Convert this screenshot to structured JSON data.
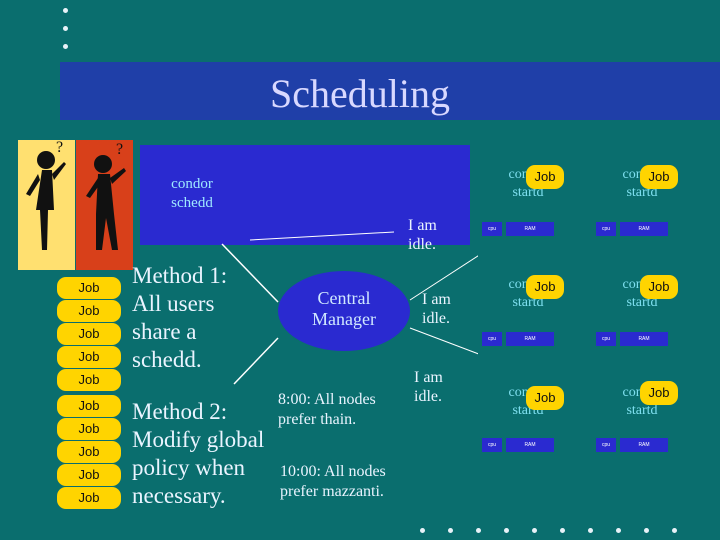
{
  "title": "Scheduling",
  "schedd_label_line1": "condor",
  "schedd_label_line2": "schedd",
  "idle_msg": [
    "I am",
    "idle."
  ],
  "central_manager": [
    "Central",
    "Manager"
  ],
  "method1": [
    "Method 1:",
    "All users",
    "share a",
    "schedd."
  ],
  "method2": [
    "Method 2:",
    "Modify global",
    "policy when",
    "necessary."
  ],
  "policy_800": [
    "8:00: All nodes",
    "prefer thain."
  ],
  "policy_1000": [
    "10:00: All nodes",
    "prefer mazzanti."
  ],
  "job_label": "Job",
  "job_queue": [
    "Job",
    "Job",
    "Job",
    "Job",
    "Job",
    "Job",
    "Job",
    "Job",
    "Job",
    "Job"
  ],
  "machine": {
    "condor_text": "condor",
    "startd_text": "startd",
    "cpu_label": "cpu",
    "ram_label": "RAM"
  },
  "colors": {
    "background": "#0a6e6e",
    "title_band": "#1f3fa8",
    "schedd_box": "#2a2ad0",
    "job": "#ffd400",
    "ellipse": "#2a2ad0"
  }
}
